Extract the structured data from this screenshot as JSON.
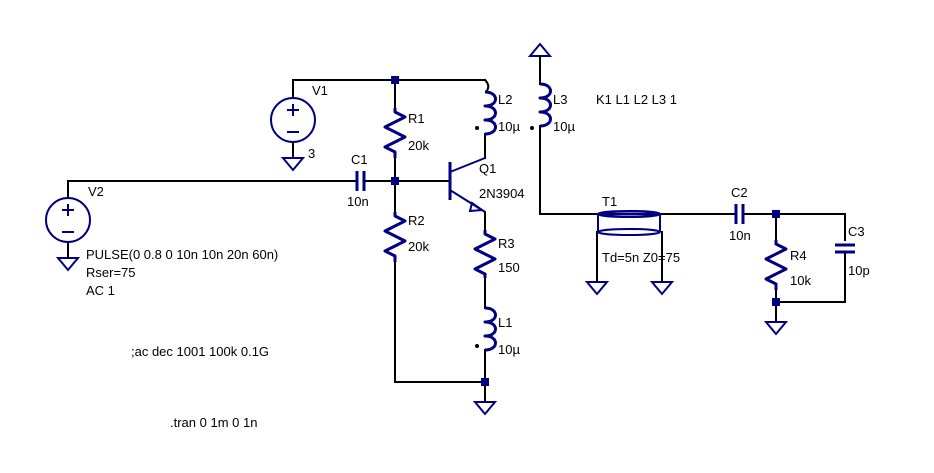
{
  "components": {
    "v1": {
      "name": "V1",
      "value": "3"
    },
    "v2": {
      "name": "V2",
      "params": [
        "PULSE(0 0.8 0 10n 10n 20n 60n)",
        "Rser=75",
        "AC 1"
      ]
    },
    "c1": {
      "name": "C1",
      "value": "10n"
    },
    "r1": {
      "name": "R1",
      "value": "20k"
    },
    "r2": {
      "name": "R2",
      "value": "20k"
    },
    "r3": {
      "name": "R3",
      "value": "150"
    },
    "q1": {
      "name": "Q1",
      "value": "2N3904"
    },
    "l1": {
      "name": "L1",
      "value": "10µ"
    },
    "l2": {
      "name": "L2",
      "value": "10µ"
    },
    "l3": {
      "name": "L3",
      "value": "10µ"
    },
    "t1": {
      "name": "T1",
      "value": "Td=5n Z0=75"
    },
    "c2": {
      "name": "C2",
      "value": "10n"
    },
    "r4": {
      "name": "R4",
      "value": "10k"
    },
    "c3": {
      "name": "C3",
      "value": "10p"
    }
  },
  "directives": {
    "coupling": "K1 L1 L2 L3 1",
    "ac": ";ac dec 1001 100k 0.1G",
    "tran": ".tran 0 1m 0 1n"
  },
  "colors": {
    "wire": "#000000",
    "component": "#000080",
    "background": "#ffffff"
  }
}
